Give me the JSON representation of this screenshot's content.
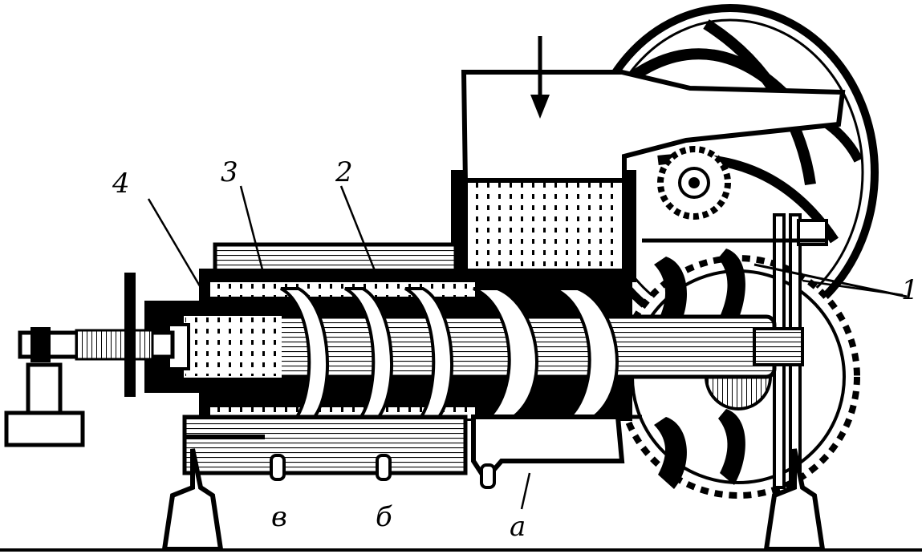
{
  "labels": {
    "n1": "1",
    "n2": "2",
    "n3": "3",
    "n4": "4",
    "a": "а",
    "b": "б",
    "v": "в"
  },
  "colors": {
    "ink": "#000000",
    "paper": "#ffffff"
  }
}
